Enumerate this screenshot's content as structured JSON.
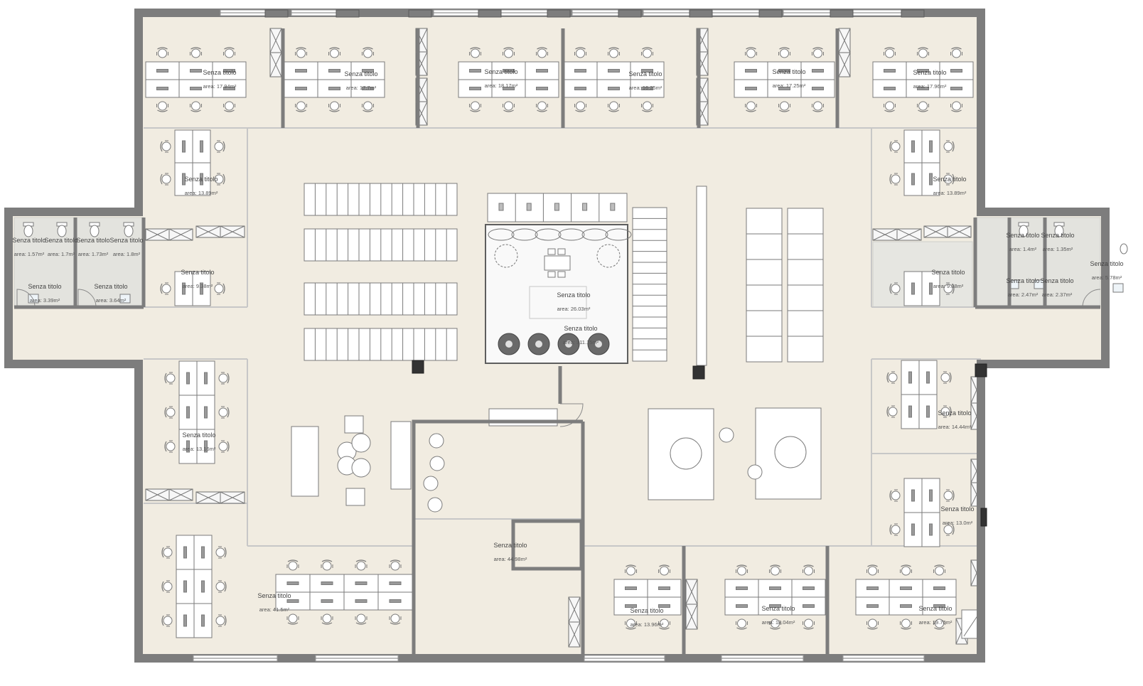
{
  "colors": {
    "floor": "#f1ece1",
    "wall": "#7d7d7d",
    "wall_edge": "#5a5a5a",
    "furniture_fill": "#ffffff",
    "furniture_line": "#7a7a7a",
    "tile": "#e3e3de",
    "plant": "#777777"
  },
  "rooms": [
    {
      "name": "Senza titolo",
      "area": "area: 17.94m²"
    },
    {
      "name": "Senza titolo",
      "area": "area: 17.7m²"
    },
    {
      "name": "Senza titolo",
      "area": "area: 18.17m²"
    },
    {
      "name": "Senza titolo",
      "area": "area: 16.25m²"
    },
    {
      "name": "Senza titolo",
      "area": "area: 17.25m²"
    },
    {
      "name": "Senza titolo",
      "area": "area: 17.96m²"
    },
    {
      "name": "Senza titolo",
      "area": "area: 13.89m²"
    },
    {
      "name": "Senza titolo",
      "area": "area: 13.89m²"
    },
    {
      "name": "Senza titolo",
      "area": "area: 1.57m²"
    },
    {
      "name": "Senza titolo",
      "area": "area: 1.7m²"
    },
    {
      "name": "Senza titolo",
      "area": "area: 1.73m²"
    },
    {
      "name": "Senza titolo",
      "area": "area: 1.8m²"
    },
    {
      "name": "Senza titolo",
      "area": "area: 3.39m²"
    },
    {
      "name": "Senza titolo",
      "area": "area: 3.64m²"
    },
    {
      "name": "Senza titolo",
      "area": "area: 9.38m²"
    },
    {
      "name": "Senza titolo",
      "area": "area: 9.38m²"
    },
    {
      "name": "Senza titolo",
      "area": "area: 26.03m²"
    },
    {
      "name": "Senza titolo",
      "area": "area: 311.15m²"
    },
    {
      "name": "Senza titolo",
      "area": "area: 1.4m²"
    },
    {
      "name": "Senza titolo",
      "area": "area: 1.35m²"
    },
    {
      "name": "Senza titolo",
      "area": "area: 2.47m²"
    },
    {
      "name": "Senza titolo",
      "area": "area: 2.37m²"
    },
    {
      "name": "Senza titolo",
      "area": "area: 5.78m²"
    },
    {
      "name": "Senza titolo",
      "area": "area: 13.16m²"
    },
    {
      "name": "Senza titolo",
      "area": "area: 14.44m²"
    },
    {
      "name": "Senza titolo",
      "area": "area: 13.0m²"
    },
    {
      "name": "Senza titolo",
      "area": "area: 44.98m²"
    },
    {
      "name": "Senza titolo",
      "area": "area: 41.5m²"
    },
    {
      "name": "Senza titolo",
      "area": "area: 13.96m²"
    },
    {
      "name": "Senza titolo",
      "area": "area: 18.04m²"
    },
    {
      "name": "Senza titolo",
      "area": "area: 19.76m²"
    }
  ]
}
